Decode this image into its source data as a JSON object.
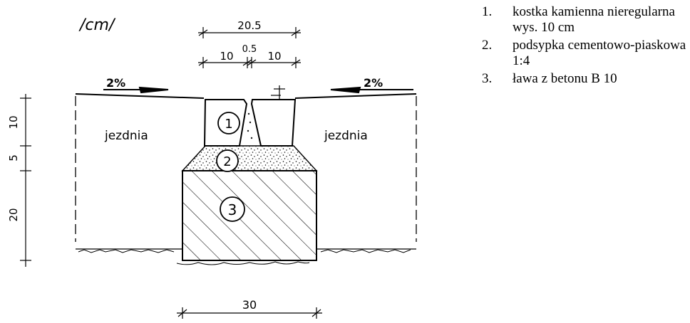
{
  "units_label": "/cm/",
  "dimensions": {
    "top_total": "20.5",
    "top_left": "10",
    "top_middle": "0.5",
    "top_right": "10",
    "left_top": "10",
    "left_middle": "5",
    "left_bottom": "20",
    "bottom": "30"
  },
  "slopes": {
    "left": "2%",
    "right": "2%"
  },
  "zones": {
    "left_roadway": "jezdnia",
    "right_roadway": "jezdnia"
  },
  "markers": [
    "1",
    "2",
    "3"
  ],
  "legend": [
    {
      "number": "1.",
      "text": "kostka kamienna nieregularna wys. 10 cm"
    },
    {
      "number": "2.",
      "text": "podsypka cementowo-piaskowa 1:4"
    },
    {
      "number": "3.",
      "text": "ława z betonu B 10"
    }
  ]
}
